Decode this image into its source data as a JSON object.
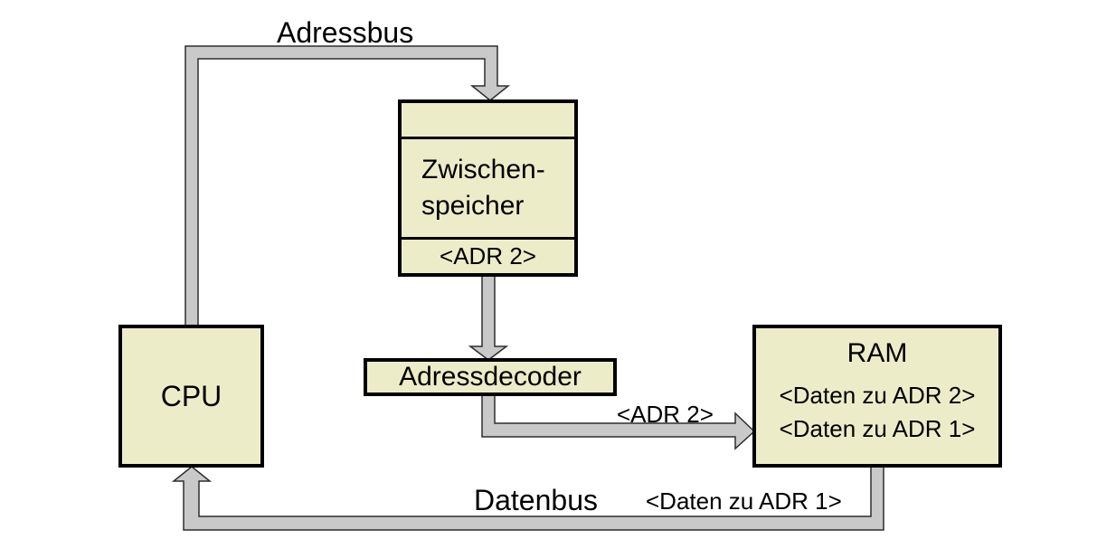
{
  "diagram": {
    "description": "Memory addressing diagram with CPU, buffer, address decoder and RAM"
  },
  "bus_labels": {
    "adressbus": "Adressbus",
    "datenbus": "Datenbus",
    "adr2": "<ADR 2>",
    "daten_zu_adr1": "<Daten zu ADR 1>"
  },
  "boxes": {
    "cpu": {
      "label": "CPU"
    },
    "buffer": {
      "name_line1": "Zwischen-",
      "name_line2": "speicher",
      "stored_address": "<ADR 2>"
    },
    "decoder": {
      "label": "Adressdecoder"
    },
    "ram": {
      "label": "RAM",
      "row1": "<Daten zu ADR 2>",
      "row2": "<Daten zu ADR 1>"
    }
  },
  "colors": {
    "background": "#ffffff",
    "box_fill": "#ecedc8",
    "box_border": "#000000",
    "bus_fill": "#c9c9c9",
    "bus_outline": "#2e2e2e"
  }
}
